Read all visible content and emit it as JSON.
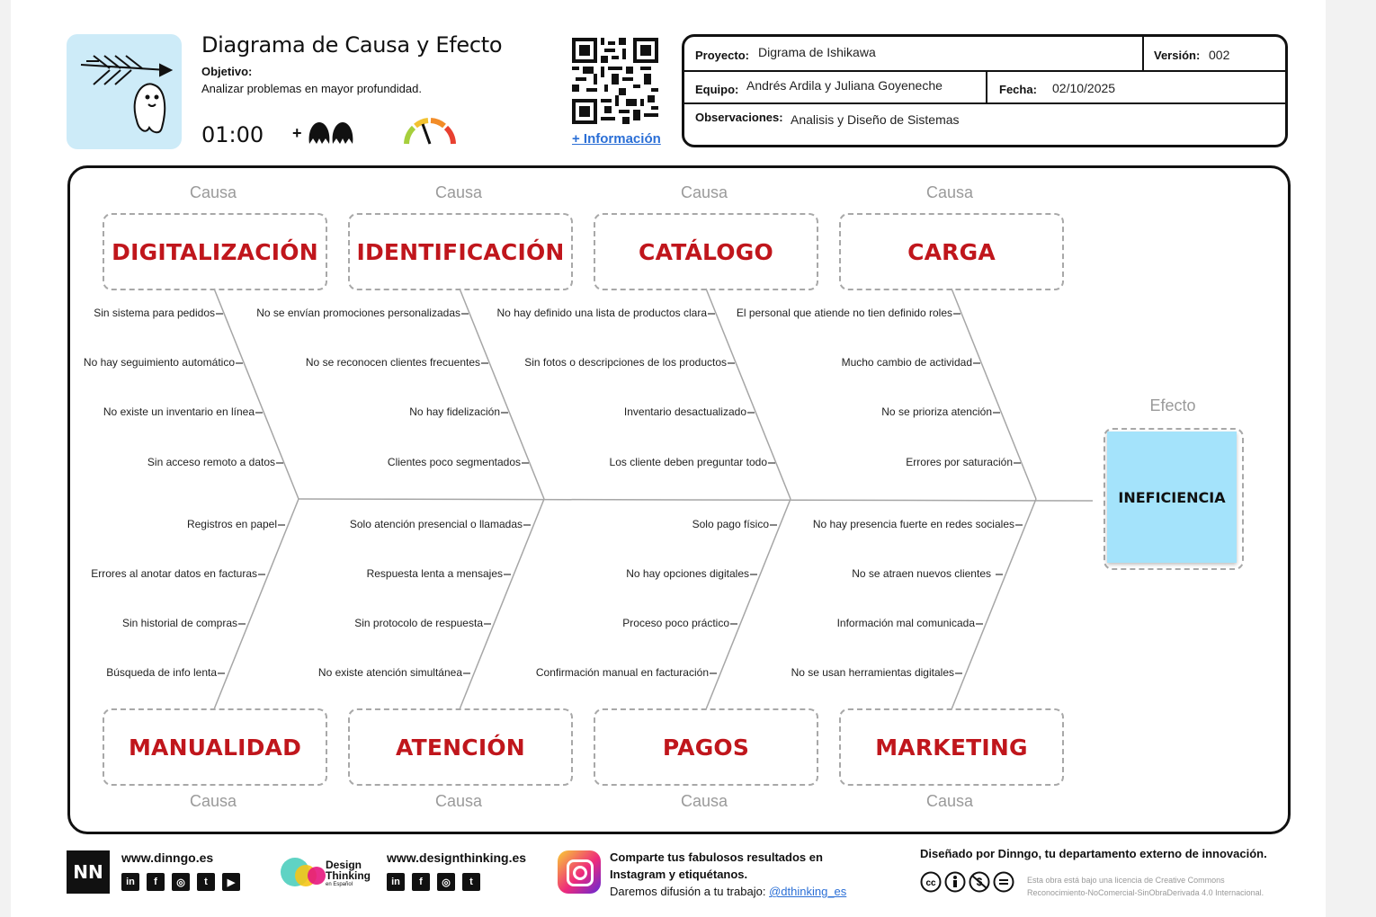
{
  "header": {
    "title": "Diagrama de Causa y Efecto",
    "objective_label": "Objetivo:",
    "objective_text": "Analizar problemas en mayor profundidad.",
    "timer": "01:00",
    "people_prefix": "+",
    "more_info": "+ Información"
  },
  "info": {
    "project_label": "Proyecto:",
    "project_value": "Digrama de Ishikawa",
    "version_label": "Versión:",
    "version_value": "002",
    "team_label": "Equipo:",
    "team_value": "Andrés Ardila y Juliana Goyeneche",
    "date_label": "Fecha:",
    "date_value": "02/10/2025",
    "notes_label": "Observaciones:",
    "notes_value": "Analisis y Diseño de Sistemas"
  },
  "diagram": {
    "cause_label": "Causa",
    "effect_label": "Efecto",
    "effect": "INEFICIENCIA",
    "top_causes": [
      {
        "name": "DIGITALIZACIÓN",
        "items": [
          "Sin sistema para pedidos",
          "No hay seguimiento automático",
          "No existe un inventario en línea",
          "Sin acceso remoto a datos"
        ]
      },
      {
        "name": "IDENTIFICACIÓN",
        "items": [
          "No se envían promociones personalizadas",
          "No se reconocen clientes frecuentes",
          "No hay fidelización",
          "Clientes poco segmentados"
        ]
      },
      {
        "name": "CATÁLOGO",
        "items": [
          "No hay definido una lista de productos clara",
          "Sin fotos o descripciones de los productos",
          "Inventario desactualizado",
          "Los cliente deben preguntar todo"
        ]
      },
      {
        "name": "CARGA",
        "items": [
          "El personal que atiende no tien definido roles",
          "Mucho cambio de actividad",
          "No se prioriza atención",
          "Errores por saturación"
        ]
      }
    ],
    "bottom_causes": [
      {
        "name": "MANUALIDAD",
        "items": [
          "Registros en papel",
          "Errores al anotar datos en facturas",
          "Sin historial de compras",
          "Búsqueda de info lenta"
        ]
      },
      {
        "name": "ATENCIÓN",
        "items": [
          "Solo atención presencial o llamadas",
          "Respuesta lenta a mensajes",
          "Sin protocolo de respuesta",
          "No existe atención simultánea"
        ]
      },
      {
        "name": "PAGOS",
        "items": [
          "Solo pago físico",
          "No hay opciones digitales",
          "Proceso poco práctico",
          "Confirmación manual en facturación"
        ]
      },
      {
        "name": "MARKETING",
        "items": [
          "No hay presencia fuerte en redes sociales",
          "No se atraen nuevos clientes",
          "Información mal comunicada",
          "No se usan herramientas digitales"
        ]
      }
    ]
  },
  "footer": {
    "dinngo_url": "www.dinngo.es",
    "dinngo_logo": "NN",
    "dt_logo_line1": "Design",
    "dt_logo_line2": "Thinking",
    "dt_logo_line3": "en Español",
    "dt_url": "www.designthinking.es",
    "share_line1": "Comparte tus fabulosos resultados en",
    "share_line2": "Instagram y etiquétanos.",
    "share_line3": "Daremos difusión a tu trabajo:",
    "share_handle": "@dthinking_es",
    "designed_by": "Diseñado por Dinngo, tu departamento externo de innovación.",
    "license_line1": "Esta obra está bajo una licencia de Creative Commons",
    "license_line2": "Reconocimiento-NoComercial-SinObraDerivada 4.0 Internacional.",
    "social_icons": [
      "linkedin-icon",
      "facebook-icon",
      "instagram-icon",
      "twitter-icon",
      "youtube-icon"
    ],
    "accent_color": "#c0161c",
    "effect_color": "#a4e3fb",
    "link_color": "#2b6fd6"
  }
}
